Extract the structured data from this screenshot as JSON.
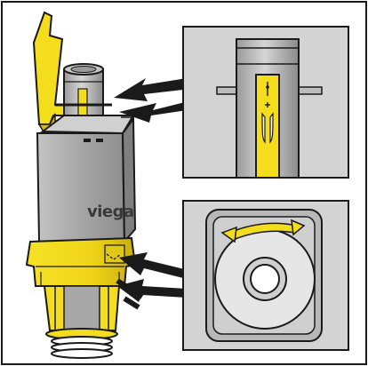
{
  "figure": {
    "brand_text": "viega",
    "colors": {
      "accent_yellow": "#f4dd1c",
      "outline": "#1a1a1a",
      "body_gray": "#a9a9a9",
      "panel_gray": "#cfcfcf",
      "background": "#ffffff"
    },
    "callouts": [
      {
        "name": "detail-top",
        "depicts": "height-marker-scale"
      },
      {
        "name": "detail-bottom",
        "depicts": "adjustment-dial"
      }
    ]
  }
}
